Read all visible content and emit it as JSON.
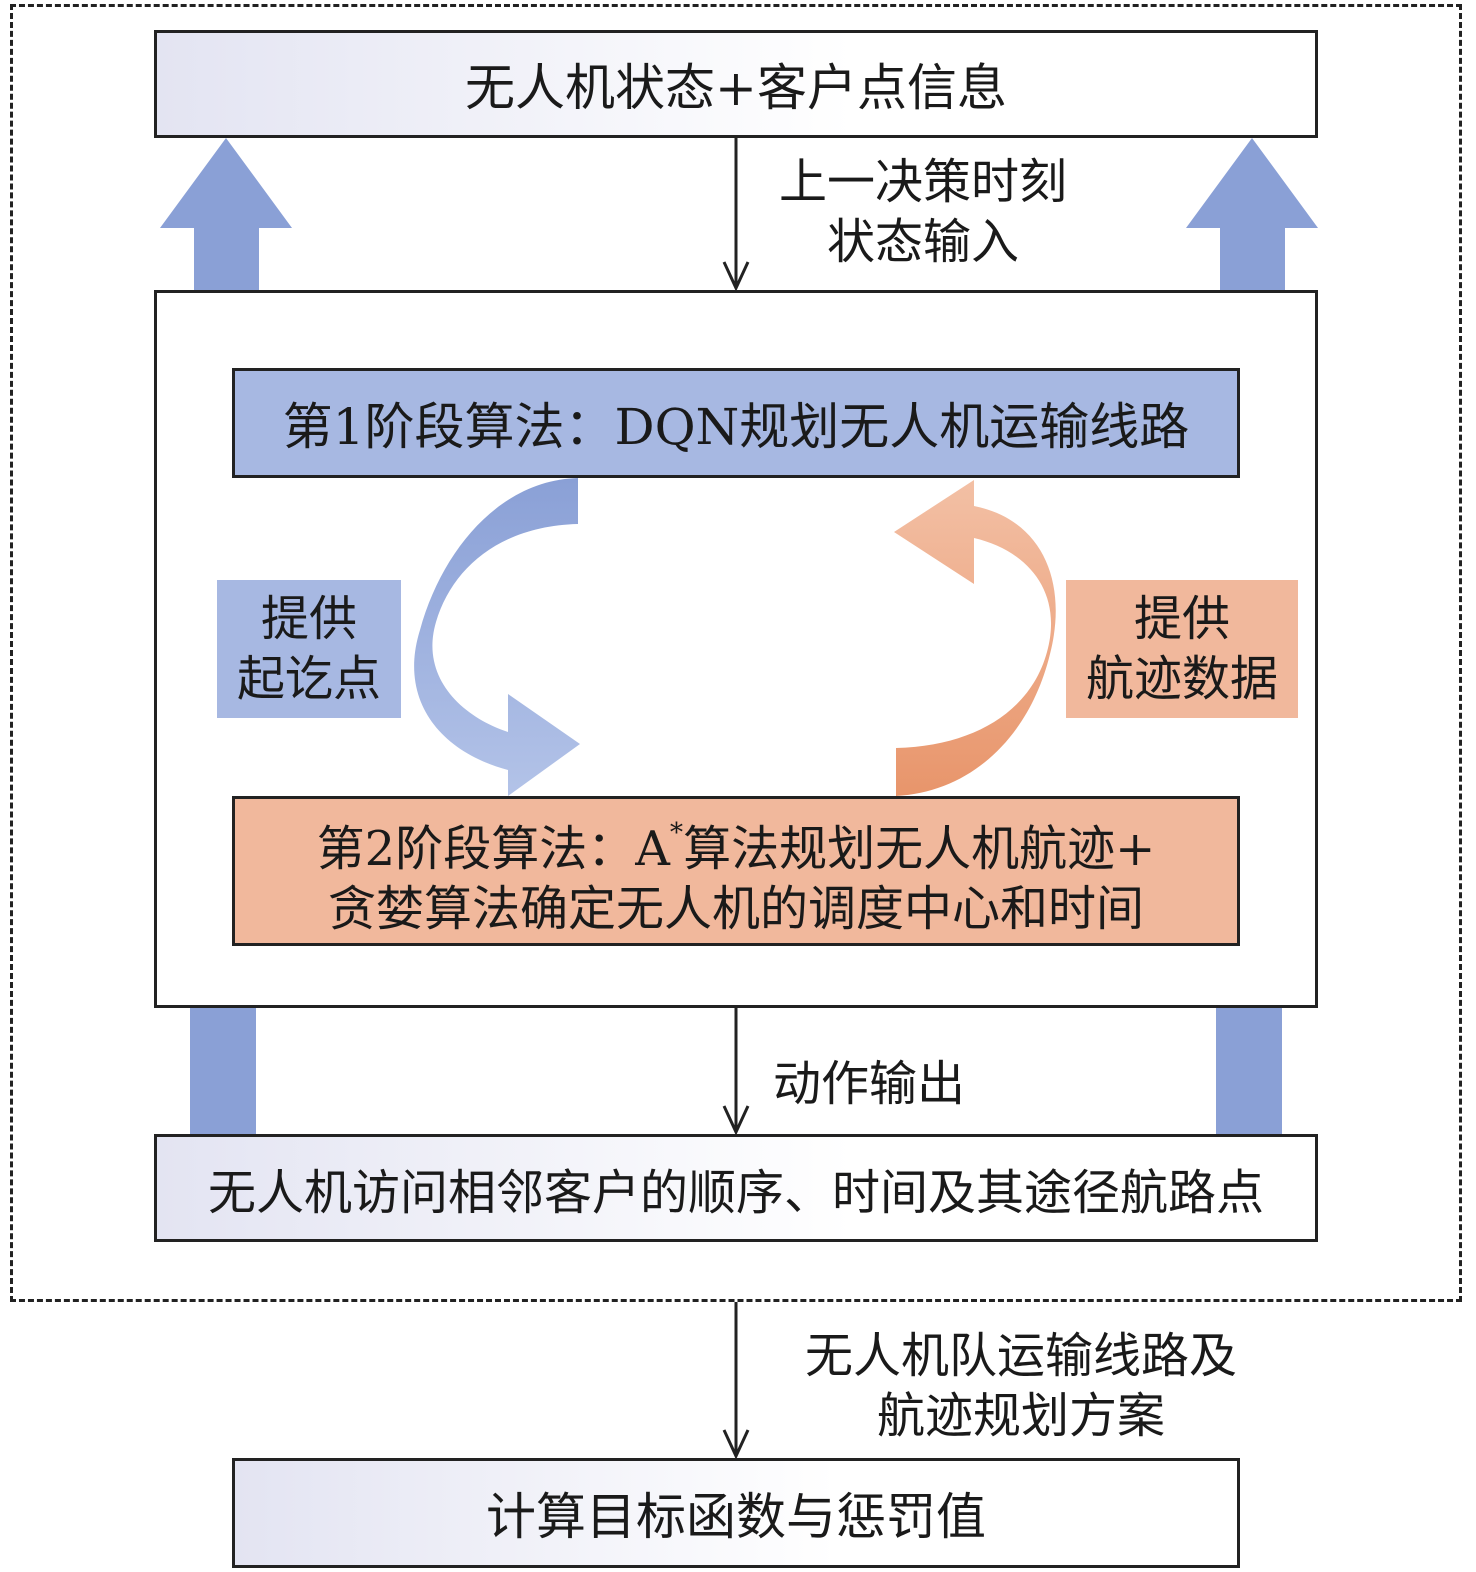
{
  "top_box": "无人机状态+客户点信息",
  "state_input_line1": "上一决策时刻",
  "state_input_line2": "状态输入",
  "stage1": "第1阶段算法：DQN规划无人机运输线路",
  "stage2_line1_pre": "第2阶段算法：A",
  "stage2_line1_sup": "*",
  "stage2_line1_post": "算法规划无人机航迹+",
  "stage2_line2": "贪婪算法确定无人机的调度中心和时间",
  "left_side_line1": "提供",
  "left_side_line2": "起讫点",
  "right_side_line1": "提供",
  "right_side_line2": "航迹数据",
  "action_output": "动作输出",
  "output_box": "无人机访问相邻客户的顺序、时间及其途径航路点",
  "plan_line1": "无人机队运输线路及",
  "plan_line2": "航迹规划方案",
  "final_box": "计算目标函数与惩罚值",
  "colors": {
    "blue_fill": "#a7b8e2",
    "blue_arrow": "#8aa0d6",
    "orange_fill": "#f1b89c",
    "orange_arrow": "#e8956b"
  }
}
